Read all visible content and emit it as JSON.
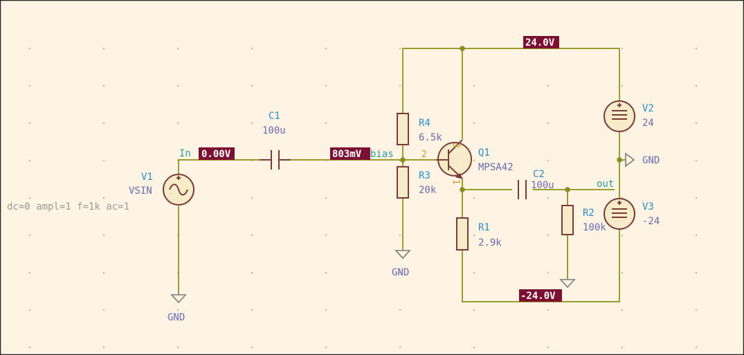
{
  "voltage_labels": {
    "rail_top": "24.0V",
    "rail_bottom": "-24.0V",
    "input_node": "0.00V",
    "bias_node": "803mV"
  },
  "net_labels": {
    "in": "In",
    "bias": "bias",
    "out": "out"
  },
  "components": {
    "v1": {
      "ref": "V1",
      "value": "VSIN",
      "params": "dc=0 ampl=1 f=1k ac=1"
    },
    "c1": {
      "ref": "C1",
      "value": "100u"
    },
    "r4": {
      "ref": "R4",
      "value": "6.5k"
    },
    "r3": {
      "ref": "R3",
      "value": "20k"
    },
    "q1": {
      "ref": "Q1",
      "value": "MPSA42",
      "pin_base": "2",
      "pin_collector": "3",
      "pin_emitter": "1"
    },
    "c2": {
      "ref": "C2",
      "value": "100u"
    },
    "r1": {
      "ref": "R1",
      "value": "2.9k"
    },
    "r2": {
      "ref": "R2",
      "value": "100k"
    },
    "v2": {
      "ref": "V2",
      "value": "24"
    },
    "v3": {
      "ref": "V3",
      "value": "-24"
    }
  },
  "grounds": {
    "v1": "GND",
    "r3": "GND",
    "mid": "GND"
  },
  "colors": {
    "background": "#fdf4e3",
    "wire": "#9b9b2a",
    "component": "#7a3a3a",
    "voltage_label_bg": "#7c1032",
    "reference": "#2d8cc9",
    "value": "#6a6ab0",
    "net_label": "#2e9b9b"
  }
}
